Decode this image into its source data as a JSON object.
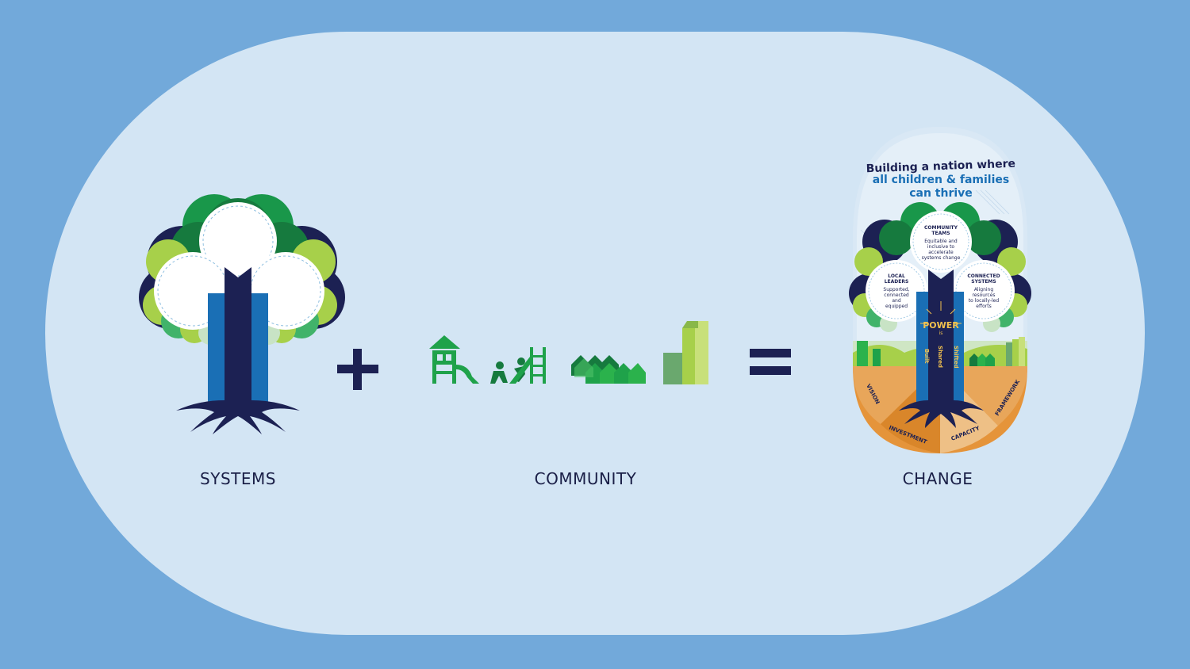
{
  "labels": {
    "systems": "SYSTEMS",
    "community": "COMMUNITY",
    "change": "CHANGE"
  },
  "operators": {
    "plus": "+",
    "equals": "="
  },
  "change_graphic": {
    "headline_line1": "Building a nation where",
    "headline_line2": "all children & families",
    "headline_line3": "can thrive",
    "circles": [
      {
        "title1": "LOCAL",
        "title2": "LEADERS",
        "body": [
          "Supported,",
          "connected",
          "and",
          "equipped"
        ]
      },
      {
        "title1": "COMMUNITY",
        "title2": "TEAMS",
        "body": [
          "Equitable and",
          "inclusive to",
          "accelerate",
          "systems change"
        ]
      },
      {
        "title1": "CONNECTED",
        "title2": "SYSTEMS",
        "body": [
          "Aligning",
          "resources",
          "to locally-led",
          "efforts"
        ]
      }
    ],
    "trunk": {
      "power": "POWER",
      "is": "is",
      "built": "Built",
      "shared": "Shared",
      "shifted": "Shifted"
    },
    "roots": [
      "VISION",
      "INVESTMENT",
      "CAPACITY",
      "FRAMEWORK"
    ]
  },
  "colors": {
    "background": "#72a9da",
    "pill": "#d3e5f4",
    "navy": "#1c2153",
    "blue": "#1a6fb5",
    "dark_green": "#167a3e",
    "green": "#2bb24c",
    "light_green": "#a7d04a",
    "orange": "#e5943a"
  },
  "icons": [
    "tree-icon",
    "playground-icon",
    "children-playing-icon",
    "houses-icon",
    "bar-buildings-icon",
    "power-tree-icon"
  ]
}
